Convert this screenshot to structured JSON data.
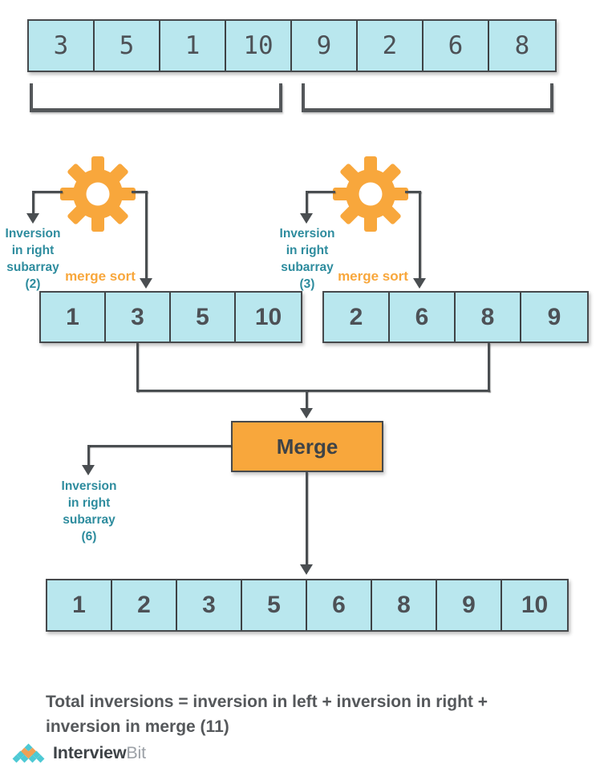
{
  "arrays": {
    "unsorted": [
      "3",
      "5",
      "1",
      "10",
      "9",
      "2",
      "6",
      "8"
    ],
    "left_sorted": [
      "1",
      "3",
      "5",
      "10"
    ],
    "right_sorted": [
      "2",
      "6",
      "8",
      "9"
    ],
    "merged": [
      "1",
      "2",
      "3",
      "5",
      "6",
      "8",
      "9",
      "10"
    ]
  },
  "labels": {
    "left_gear": "merge sort",
    "right_gear": "merge sort",
    "left_inversions": [
      "Inversion",
      "in right",
      "subarray",
      "(2)"
    ],
    "right_inversions": [
      "Inversion",
      "in right",
      "subarray",
      "(3)"
    ],
    "merge_inversions": [
      "Inversion",
      "in right",
      "subarray",
      "(6)"
    ],
    "merge_box": "Merge"
  },
  "total": {
    "line1": "Total inversions = inversion in left + inversion in right +",
    "line2": "inversion in merge (11)"
  },
  "brand": {
    "name_bold": "Interview",
    "name_light": "Bit"
  },
  "icons": {
    "gear": "cog-gear",
    "arrowhead": "down-triangle",
    "logo": "diamond-pyramid"
  },
  "colors": {
    "cell_fill": "#B9E7EE",
    "accent_orange": "#F8A73C",
    "teal_text": "#2E8C9E",
    "line_gray": "#4A4E51",
    "digit_gray": "#4D5156",
    "logo_teal": "#4EC9D4",
    "logo_orange": "#F0A055"
  }
}
